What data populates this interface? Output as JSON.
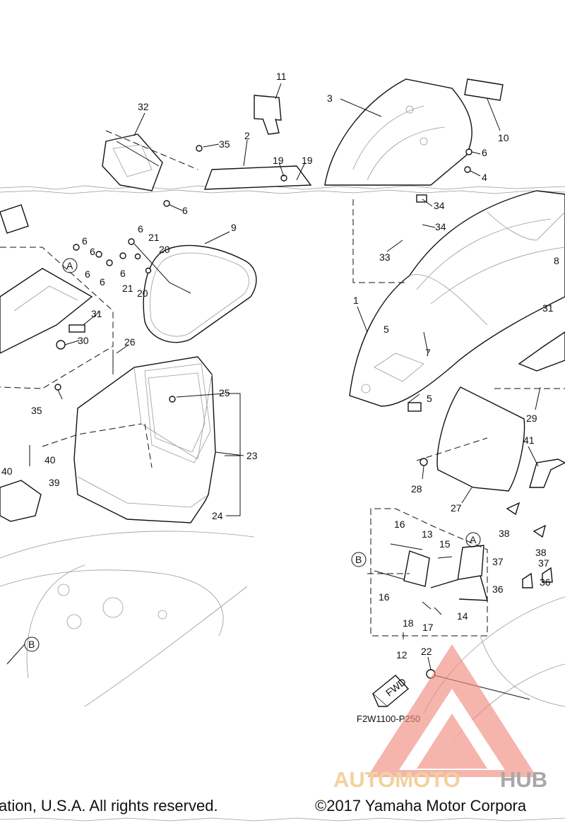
{
  "diagram": {
    "code": "F2W1100-P250",
    "fwd_label": "FWD",
    "labels": {
      "n1": "1",
      "n2": "2",
      "n3": "3",
      "n4": "4",
      "n5": "5",
      "n6": "6",
      "n7": "7",
      "n8": "8",
      "n9": "9",
      "n10": "10",
      "n11": "11",
      "n12": "12",
      "n13": "13",
      "n14": "14",
      "n15": "15",
      "n16": "16",
      "n17": "17",
      "n18": "18",
      "n19": "19",
      "n20": "20",
      "n21": "21",
      "n22": "22",
      "n23": "23",
      "n24": "24",
      "n25": "25",
      "n26": "26",
      "n27": "27",
      "n28": "28",
      "n29": "29",
      "n30": "30",
      "n31": "31",
      "n32": "32",
      "n33": "33",
      "n34": "34",
      "n35": "35",
      "n36": "36",
      "n37": "37",
      "n38": "38",
      "n39": "39",
      "n40": "40",
      "n41": "41",
      "refA": "A",
      "refB": "B"
    }
  },
  "watermark": {
    "brand_part1": "AUTOMOTO",
    "brand_part2": "HUB",
    "color_primary": "#f08a7e",
    "color_secondary": "#f2c98e",
    "color_hub": "#9a9a9a"
  },
  "footer": {
    "copyright_left": "ation, U.S.A. All rights reserved.",
    "copyright_right": "©2017 Yamaha Motor Corpora"
  }
}
